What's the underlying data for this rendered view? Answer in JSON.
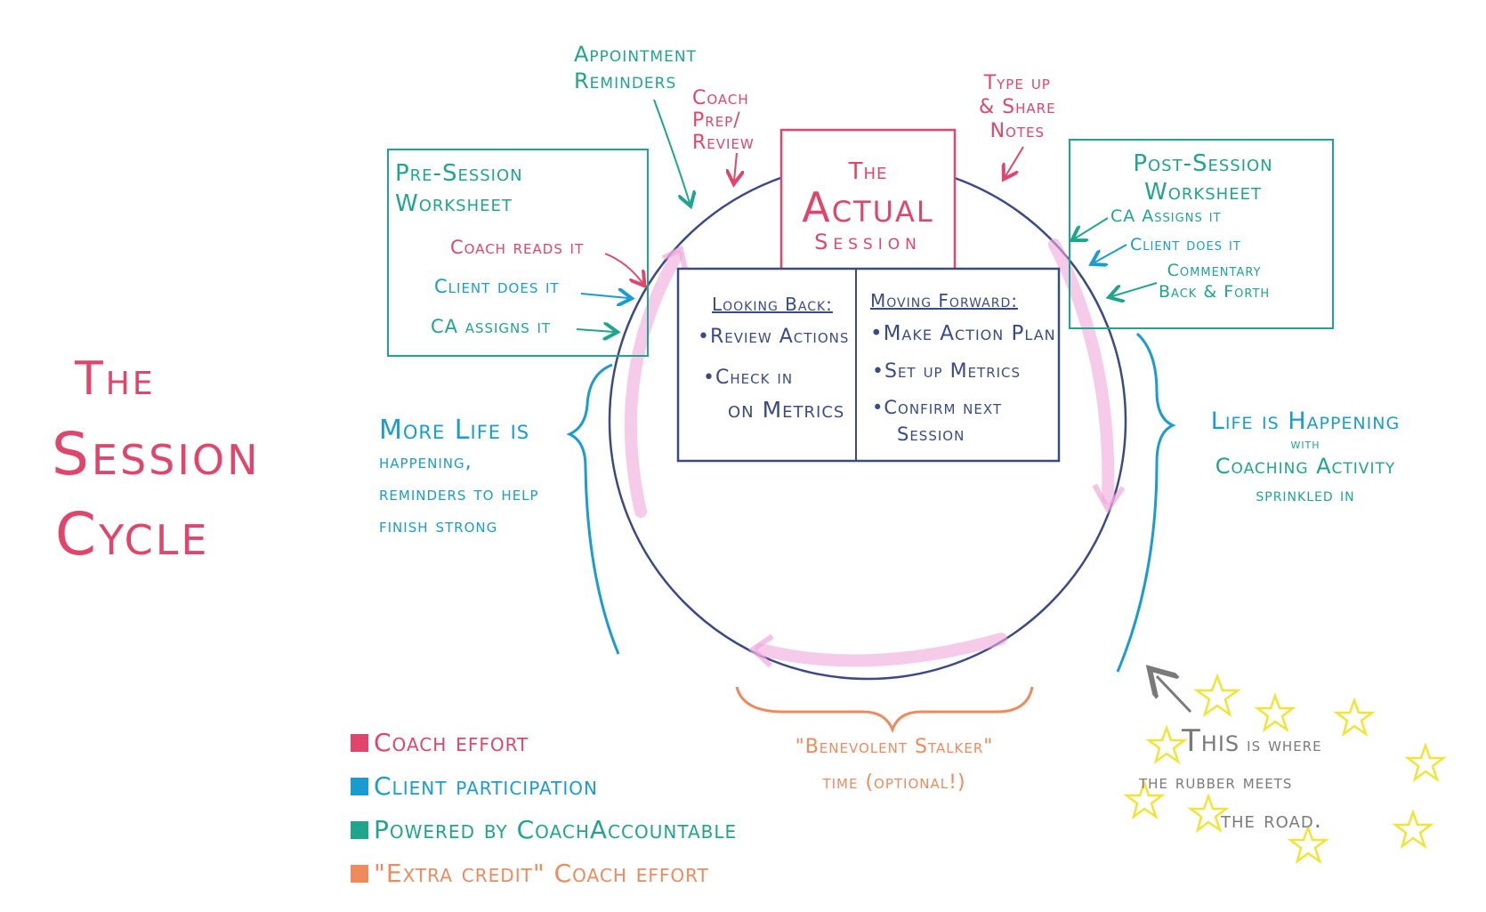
{
  "title": {
    "line1": "The",
    "line2": "Session",
    "line3": "Cycle"
  },
  "top_notes": {
    "appointment_reminders": [
      "Appointment",
      "Reminders"
    ],
    "coach_prep_review": [
      "Coach",
      "Prep/",
      "Review"
    ],
    "type_up_share_notes": [
      "Type up",
      "& Share",
      "Notes"
    ]
  },
  "actual_session": {
    "line1": "The",
    "line2": "Actual",
    "line3": "Session"
  },
  "pre_session": {
    "title": [
      "Pre-Session",
      "Worksheet"
    ],
    "items": [
      "Coach reads it",
      "Client does it",
      "CA assigns it"
    ]
  },
  "post_session": {
    "title": [
      "Post-Session",
      "Worksheet"
    ],
    "items": [
      "CA Assigns it",
      "Client does it",
      "Commentary",
      "Back & Forth"
    ]
  },
  "looking_back": {
    "heading": "Looking Back:",
    "items": [
      "•Review Actions",
      "•Check in",
      "on Metrics"
    ]
  },
  "moving_forward": {
    "heading": "Moving Forward:",
    "items": [
      "•Make Action Plan",
      "•Set up Metrics",
      "•Confirm next",
      "Session"
    ]
  },
  "left_brace_text": [
    "More Life is",
    "happening,",
    "reminders to help",
    "finish strong"
  ],
  "right_brace_text": [
    "Life is Happening",
    "with",
    "Coaching Activity",
    "sprinkled in"
  ],
  "bottom_brace_text": [
    "\"Benevolent Stalker\"",
    "time (optional!)"
  ],
  "road_text": [
    "This",
    "is where",
    "the rubber meets",
    "the road."
  ],
  "legend": [
    {
      "label": "Coach effort",
      "color": "#e0456b"
    },
    {
      "label": "Client participation",
      "color": "#199ccf"
    },
    {
      "label": "Powered by CoachAccountable",
      "color": "#1fa58d"
    },
    {
      "label": "\"Extra credit\" Coach effort",
      "color": "#ee8a5c"
    }
  ],
  "colors": {
    "coach": "#e0456b",
    "client": "#199ccf",
    "ca": "#1fa58d",
    "extra": "#ee8a5c",
    "circle": "#3a4a86",
    "star": "#f2e437",
    "arrow_light": "#f0a8dc"
  }
}
